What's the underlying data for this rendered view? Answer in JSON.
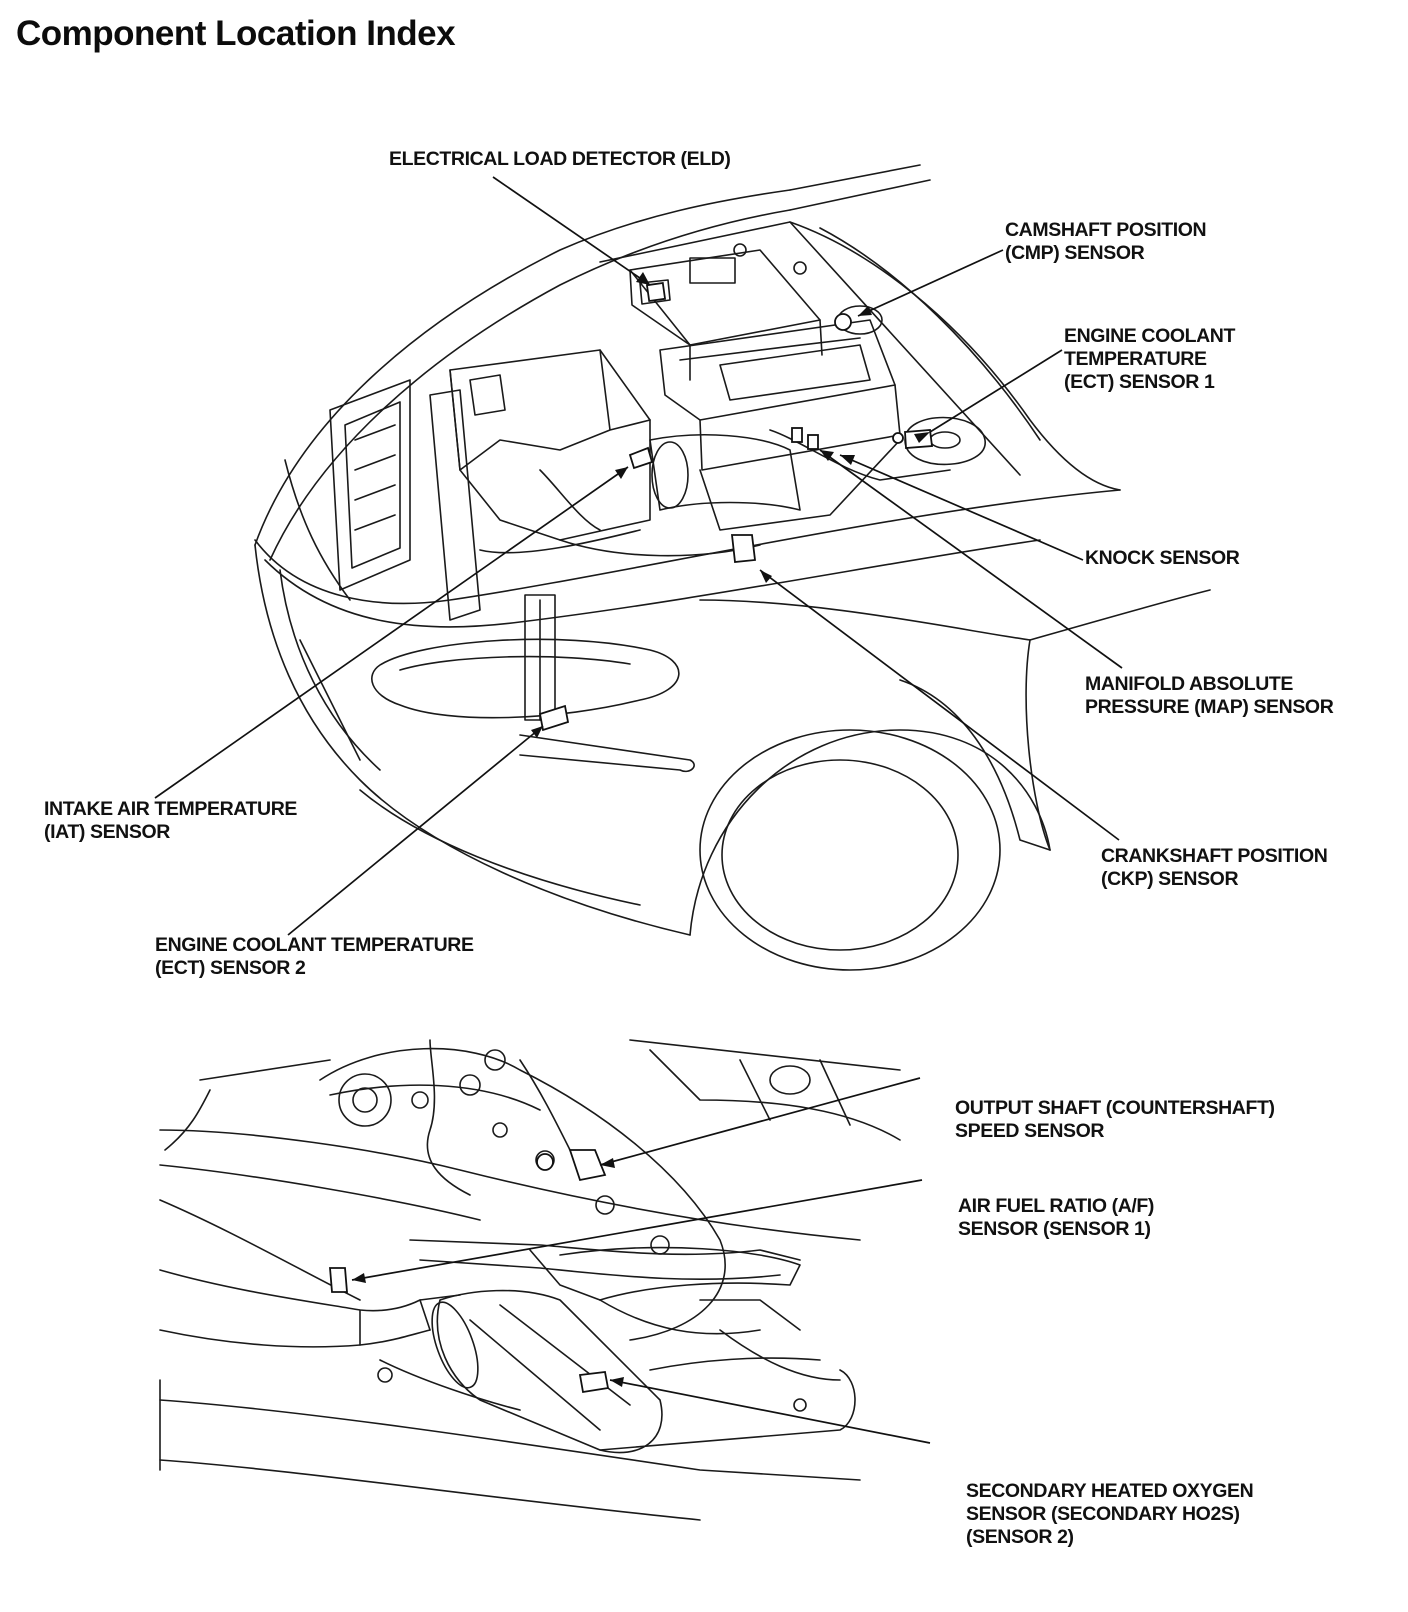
{
  "page": {
    "title": "Component Location Index"
  },
  "labels": {
    "eld": [
      "ELECTRICAL LOAD DETECTOR (ELD)"
    ],
    "cmp": [
      "CAMSHAFT POSITION",
      "(CMP) SENSOR"
    ],
    "ect1": [
      "ENGINE COOLANT",
      "TEMPERATURE",
      "(ECT) SENSOR 1"
    ],
    "knock": [
      "KNOCK SENSOR"
    ],
    "map": [
      "MANIFOLD ABSOLUTE",
      "PRESSURE (MAP) SENSOR"
    ],
    "iat": [
      "INTAKE AIR TEMPERATURE",
      "(IAT) SENSOR"
    ],
    "ckp": [
      "CRANKSHAFT POSITION",
      "(CKP) SENSOR"
    ],
    "ect2": [
      "ENGINE COOLANT TEMPERATURE",
      "(ECT) SENSOR 2"
    ],
    "output_shaft": [
      "OUTPUT SHAFT (COUNTERSHAFT)",
      "SPEED SENSOR"
    ],
    "af": [
      "AIR FUEL RATIO (A/F)",
      "SENSOR (SENSOR 1)"
    ],
    "ho2s": [
      "SECONDARY HEATED OXYGEN",
      "SENSOR (SECONDARY HO2S)",
      "(SENSOR 2)"
    ]
  }
}
